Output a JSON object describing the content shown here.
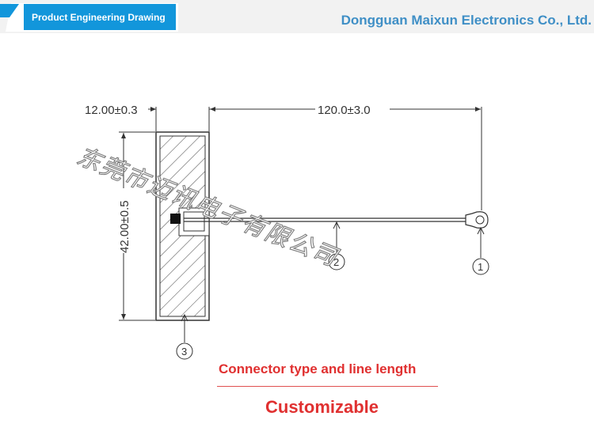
{
  "header": {
    "tab_label": "Product Engineering Drawing",
    "company": "Dongguan Maixun Electronics Co., Ltd.",
    "accent_color": "#1296db"
  },
  "drawing": {
    "dim_width": "12.00±0.3",
    "dim_cable_length": "120.0±3.0",
    "dim_height": "42.00±0.5",
    "balloon_1": "1",
    "balloon_2": "2",
    "balloon_3": "3"
  },
  "watermark": "东莞市迈讯电子有限公司",
  "caption": {
    "line1": "Connector type and line length",
    "line2": "Customizable",
    "color": "#e03030"
  }
}
